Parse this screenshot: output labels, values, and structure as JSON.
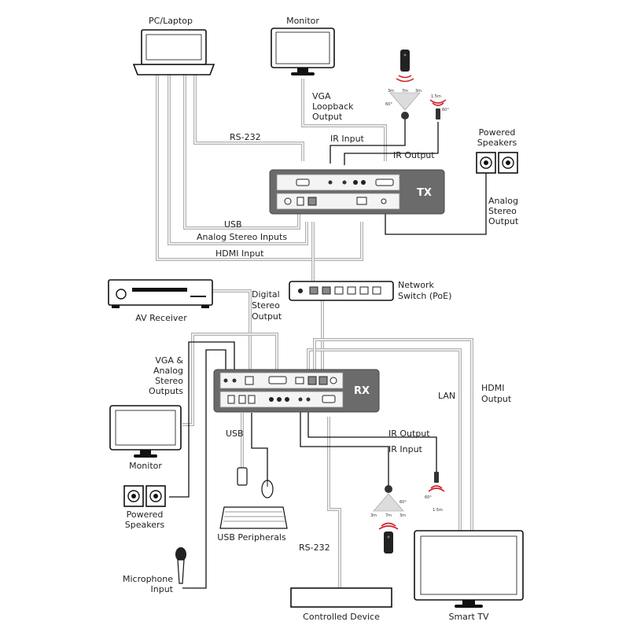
{
  "labels": {
    "pc_laptop": "PC/Laptop",
    "monitor_top": "Monitor",
    "vga_loopback_1": "VGA",
    "vga_loopback_2": "Loopback",
    "vga_loopback_3": "Output",
    "ir_input_top": "IR Input",
    "ir_output_top": "IR Output",
    "rs232_top": "RS-232",
    "powered_speakers_top_1": "Powered",
    "powered_speakers_top_2": "Speakers",
    "analog_stereo_output_1": "Analog",
    "analog_stereo_output_2": "Stereo",
    "analog_stereo_output_3": "Output",
    "tx": "TX",
    "usb_top": "USB",
    "analog_stereo_inputs": "Analog Stereo Inputs",
    "hdmi_input": "HDMI Input",
    "network_switch_1": "Network",
    "network_switch_2": "Switch (PoE)",
    "av_receiver": "AV Receiver",
    "digital_stereo_output_1": "Digital",
    "digital_stereo_output_2": "Stereo",
    "digital_stereo_output_3": "Output",
    "vga_analog_outputs_1": "VGA &",
    "vga_analog_outputs_2": "Analog",
    "vga_analog_outputs_3": "Stereo",
    "vga_analog_outputs_4": "Outputs",
    "rx": "RX",
    "lan": "LAN",
    "hdmi_output_1": "HDMI",
    "hdmi_output_2": "Output",
    "monitor_bottom": "Monitor",
    "usb_bottom": "USB",
    "ir_output_bottom": "IR Output",
    "ir_input_bottom": "IR Input",
    "powered_speakers_bottom_1": "Powered",
    "powered_speakers_bottom_2": "Speakers",
    "usb_peripherals": "USB Peripherals",
    "rs232_bottom": "RS-232",
    "microphone_input_1": "Microphone",
    "microphone_input_2": "Input",
    "controlled_device": "Controlled Device",
    "smart_tv": "Smart TV",
    "ir_top_3m_left": "3m",
    "ir_top_7m": "7m",
    "ir_top_3m_right": "3m",
    "ir_top_60": "60°",
    "ir_top_15m": "1.5m",
    "ir_top_60b": "60°",
    "ir_bot_3m_left": "3m",
    "ir_bot_7m": "7m",
    "ir_bot_3m_right": "3m",
    "ir_bot_60": "60°",
    "ir_bot_60b": "60°",
    "ir_bot_15m": "1.5m"
  },
  "colors": {
    "cable": "#b0b0b0",
    "unit_body": "#6b6b6b",
    "ir_signal": "#d0202a"
  }
}
